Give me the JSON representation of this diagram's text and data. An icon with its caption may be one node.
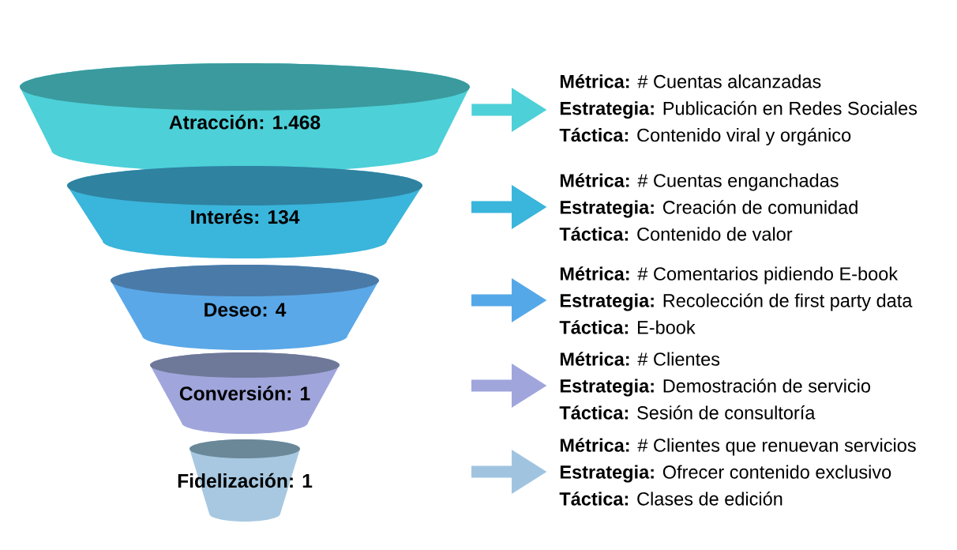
{
  "diagram": {
    "nodes": [
      {
        "text": [
          "Atracción: 1.468"
        ]
      },
      {
        "text": [
          "Interés: 134"
        ]
      },
      {
        "text": [
          "Deseo: 4"
        ]
      },
      {
        "text": [
          "Conversión: 1"
        ]
      },
      {
        "text": [
          "Fidelización: 1"
        ]
      },
      {
        "text": [
          "**Métrica:** # Cuentas alcanzadas",
          "**Estrategia:** Publicación en Redes Sociales",
          "**Táctica:** Contenido viral y orgánico"
        ]
      },
      {
        "text": [
          "**Métrica:** # Cuentas enganchadas",
          "**Estrategia:** Creación de comunidad",
          "**Táctica:** Contenido de valor"
        ]
      },
      {
        "text": [
          "**Métrica:** # Comentarios pidiendo E-book",
          "**Estrategia:** Recolección de first party data",
          "**Táctica:** E-book"
        ]
      },
      {
        "text": [
          "**Métrica:** # Clientes",
          "**Estrategia:** Demostración de servicio",
          "**Táctica:** Sesión de consultoría"
        ]
      },
      {
        "text": [
          "**Métrica:** # Clientes que renuevan servicios",
          "**Estrategia:** Ofrecer contenido exclusivo",
          "**Táctica:** Clases de edición"
        ]
      }
    ],
    "edges": [
      {
        "from": 0,
        "to": 5,
        "arrow": "to",
        "color": "#4dd0d8"
      },
      {
        "from": null,
        "to": 6,
        "arrow": "to",
        "color": "#3ab5db"
      },
      {
        "from": null,
        "to": 7,
        "arrow": "to",
        "color": "#55a8e8"
      },
      {
        "from": null,
        "to": 8,
        "arrow": "to",
        "color": "#a0a6dc"
      },
      {
        "from": null,
        "to": 9,
        "arrow": "to",
        "color": "#a0c4e0"
      }
    ]
  }
}
